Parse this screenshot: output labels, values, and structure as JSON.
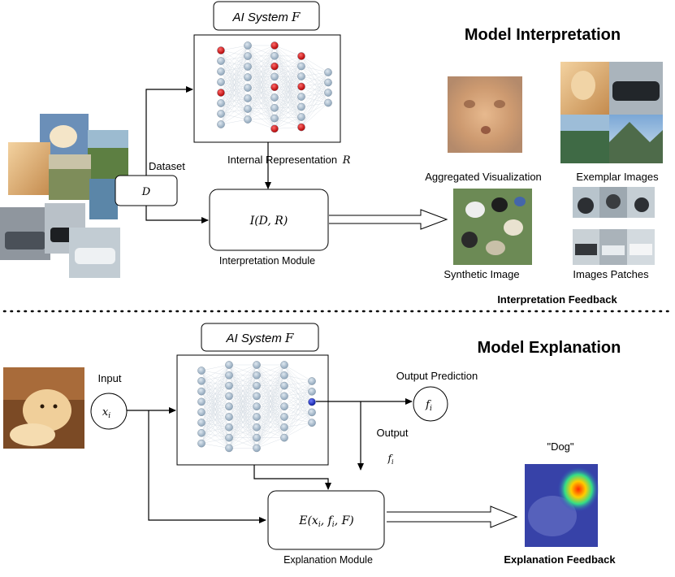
{
  "top": {
    "system_title_prefix": "AI System",
    "system_title_var": "F",
    "internal_rep_label": "Internal Representation",
    "internal_rep_var": "R",
    "dataset_label": "Dataset",
    "dataset_var": "D",
    "interp_module_formula": "I(D, R)",
    "interp_module_label": "Interpretation Module",
    "section_title": "Model Interpretation",
    "aggregated_label": "Aggregated Visualization",
    "exemplar_label": "Exemplar Images",
    "synthetic_label": "Synthetic Image",
    "patches_label": "Images Patches",
    "feedback_label": "Interpretation Feedback"
  },
  "bottom": {
    "system_title_prefix": "AI System",
    "system_title_var": "F",
    "section_title": "Model Explanation",
    "input_label": "Input",
    "input_var": "x",
    "input_sub": "i",
    "output_prediction_label": "Output Prediction",
    "output_var": "f",
    "output_sub": "i",
    "output_label": "Output",
    "output_label_var": "f",
    "output_label_sub": "i",
    "explain_formula": "E(x",
    "explain_formula_sub1": "i",
    "explain_formula_mid": ", f",
    "explain_formula_sub2": "i",
    "explain_formula_end": ", F)",
    "explain_module_label": "Explanation Module",
    "dog_quote": "\"Dog\"",
    "feedback_label": "Explanation Feedback"
  },
  "colors": {
    "neuron": "#a9bccd",
    "neuron_active_top": "#d61f1f",
    "neuron_active_bottom": "#1f2fbf",
    "stroke": "#000000"
  }
}
